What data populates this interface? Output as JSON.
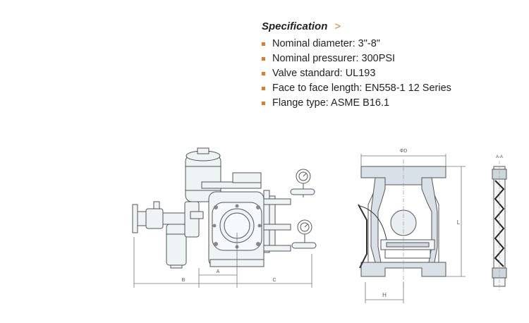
{
  "specification": {
    "title": "Specification",
    "chevron_icon": "chevron-right-icon",
    "accent_color": "#e07b2a",
    "items": [
      "Nominal diameter: 3\"-8\"",
      "Nominal pressurer: 300PSI",
      "Valve standard: UL193",
      "Face to face length: EN558-1 12 Series",
      "Flange type: ASME B16.1"
    ]
  },
  "drawings": {
    "assembly": {
      "dim_a": "A",
      "dim_b": "B",
      "dim_c": "C"
    },
    "section": {
      "dim_d": "ΦD",
      "dim_l": "L",
      "dim_h": "H"
    },
    "side_view": {
      "label": "A-A"
    }
  }
}
